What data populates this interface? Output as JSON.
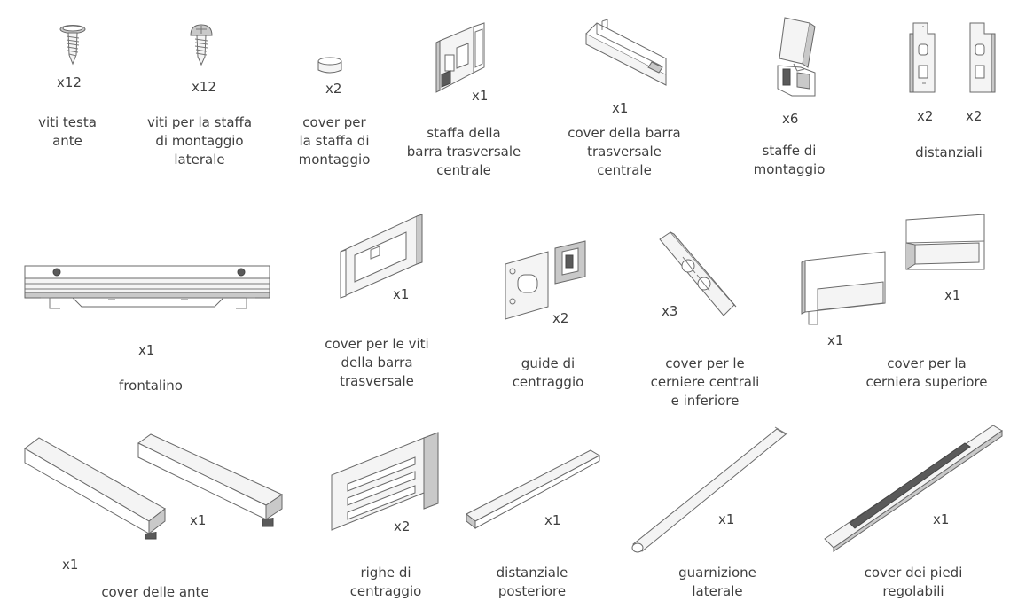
{
  "parts": [
    {
      "id": "viti-testa-ante",
      "qty": "x12",
      "label": [
        "viti testa",
        "ante"
      ]
    },
    {
      "id": "viti-staffa-montaggio-laterale",
      "qty": "x12",
      "label": [
        "viti per la staffa",
        "di montaggio",
        "laterale"
      ]
    },
    {
      "id": "cover-staffa-montaggio",
      "qty": "x2",
      "label": [
        "cover per",
        "la staffa di",
        "montaggio"
      ]
    },
    {
      "id": "staffa-barra-trasversale-centrale",
      "qty": "x1",
      "label": [
        "staffa della",
        "barra trasversale",
        "centrale"
      ]
    },
    {
      "id": "cover-barra-trasversale-centrale",
      "qty": "x1",
      "label": [
        "cover della barra",
        "trasversale",
        "centrale"
      ]
    },
    {
      "id": "staffe-di-montaggio",
      "qty": "x6",
      "label": [
        "staffe di",
        "montaggio"
      ]
    },
    {
      "id": "distanziali",
      "qty": [
        "x2",
        "x2"
      ],
      "label": [
        "distanziali"
      ]
    },
    {
      "id": "frontalino",
      "qty": "x1",
      "label": [
        "frontalino"
      ]
    },
    {
      "id": "cover-viti-barra-trasversale",
      "qty": "x1",
      "label": [
        "cover per le viti",
        "della barra",
        "trasversale"
      ]
    },
    {
      "id": "guide-di-centraggio",
      "qty": "x2",
      "label": [
        "guide di",
        "centraggio"
      ]
    },
    {
      "id": "cover-cerniere-centrali-inferiore",
      "qty": "x3",
      "label": [
        "cover per le",
        "cerniere centrali",
        "e inferiore"
      ]
    },
    {
      "id": "cover-cerniera-superiore",
      "qty": [
        "x1",
        "x1"
      ],
      "label": [
        "cover per la",
        "cerniera superiore"
      ]
    },
    {
      "id": "cover-delle-ante",
      "qty": [
        "x1",
        "x1"
      ],
      "label": [
        "cover delle ante"
      ]
    },
    {
      "id": "righe-di-centraggio",
      "qty": "x2",
      "label": [
        "righe di",
        "centraggio"
      ]
    },
    {
      "id": "distanziale-posteriore",
      "qty": "x1",
      "label": [
        "distanziale",
        "posteriore"
      ]
    },
    {
      "id": "guarnizione-laterale",
      "qty": "x1",
      "label": [
        "guarnizione",
        "laterale"
      ]
    },
    {
      "id": "cover-piedi-regolabili",
      "qty": "x1",
      "label": [
        "cover dei piedi",
        "regolabili"
      ]
    }
  ]
}
